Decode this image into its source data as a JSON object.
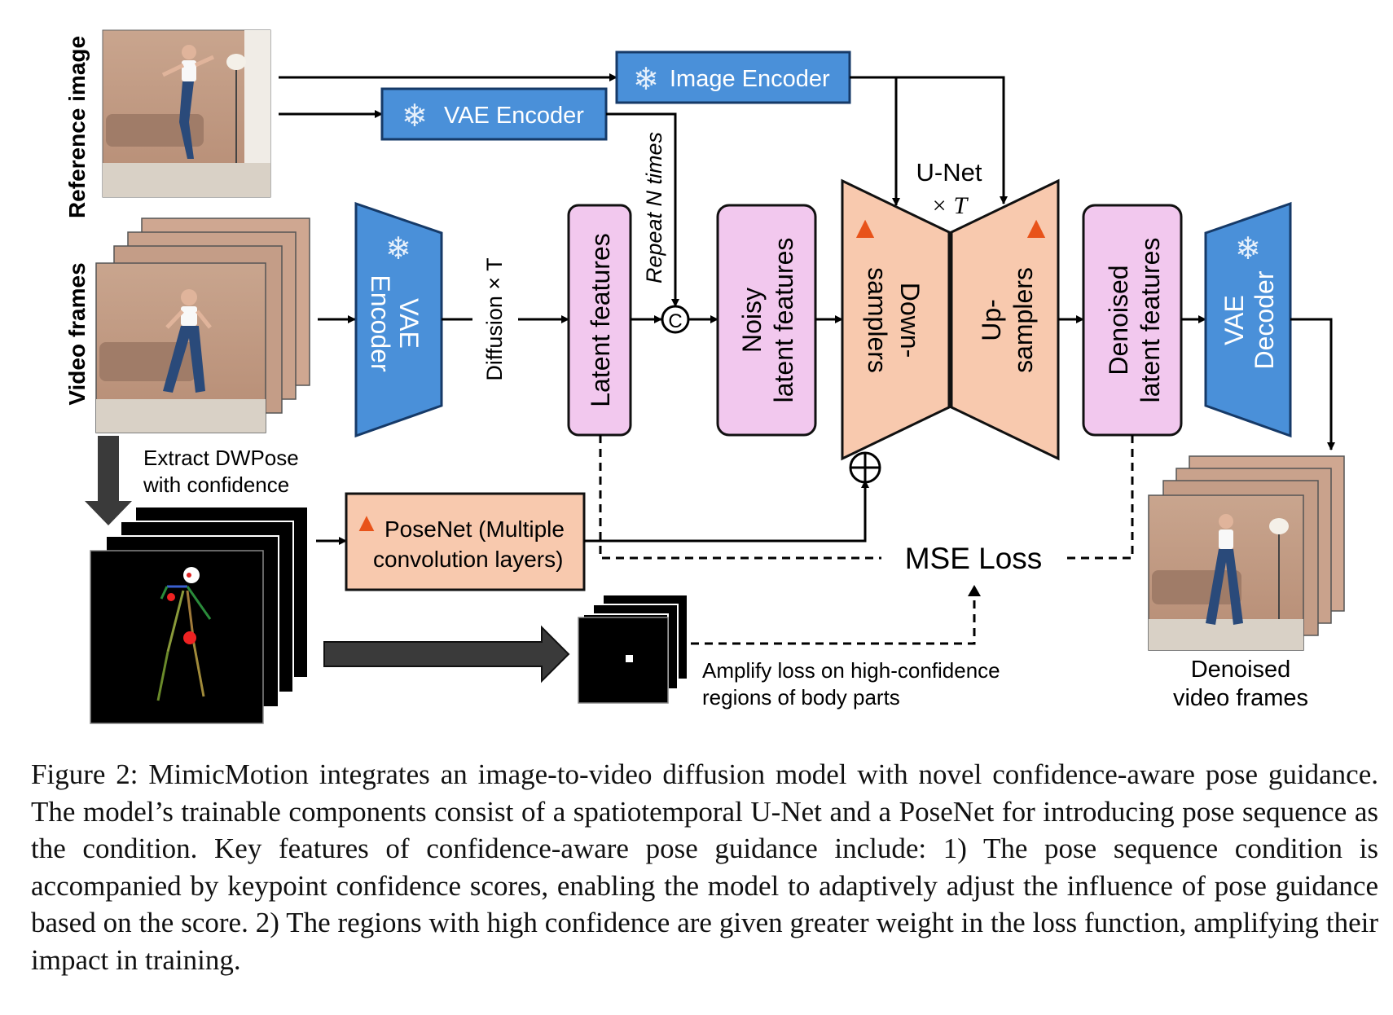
{
  "labels": {
    "reference_image": "Reference image",
    "video_frames": "Video frames",
    "image_encoder": "Image Encoder",
    "vae_encoder_top": "VAE Encoder",
    "vae_encoder_vert_1": "VAE",
    "vae_encoder_vert_2": "Encoder",
    "diffusion": "Diffusion × T",
    "repeat": "Repeat N times",
    "concat": "C",
    "latent_features": "Latent features",
    "noisy_1": "Noisy",
    "noisy_2": "latent features",
    "unet_1": "U-Net",
    "unet_2": "× T",
    "down_1": "Down-",
    "down_2": "samplers",
    "up_1": "Up-",
    "up_2": "samplers",
    "denoised_1": "Denoised",
    "denoised_2": "latent features",
    "vae_decoder_1": "VAE",
    "vae_decoder_2": "Decoder",
    "extract_1": "Extract DWPose",
    "extract_2": "with confidence",
    "posenet_1": "PoseNet (Multiple",
    "posenet_2": "convolution layers)",
    "mse_loss": "MSE Loss",
    "amplify_1": "Amplify loss on high-confidence",
    "amplify_2": "regions of body parts",
    "output_1": "Denoised",
    "output_2": "video frames"
  },
  "caption": "Figure 2: MimicMotion integrates an image-to-video diffusion model with novel confidence-aware pose guidance. The model’s trainable components consist of a spatiotemporal U-Net and a PoseNet for introducing pose sequence as the condition. Key features of confidence-aware pose guidance include: 1) The pose sequence condition is accompanied by keypoint confidence scores, enabling the model to adaptively adjust the influence of pose guidance based on the score. 2) The regions with high confidence are given greater weight in the loss function, amplifying their impact in training.",
  "colors": {
    "blue": "#4A90D9",
    "pink": "#F2C8EE",
    "salmon": "#F8C9AE",
    "dark": "#1a1a1a"
  }
}
